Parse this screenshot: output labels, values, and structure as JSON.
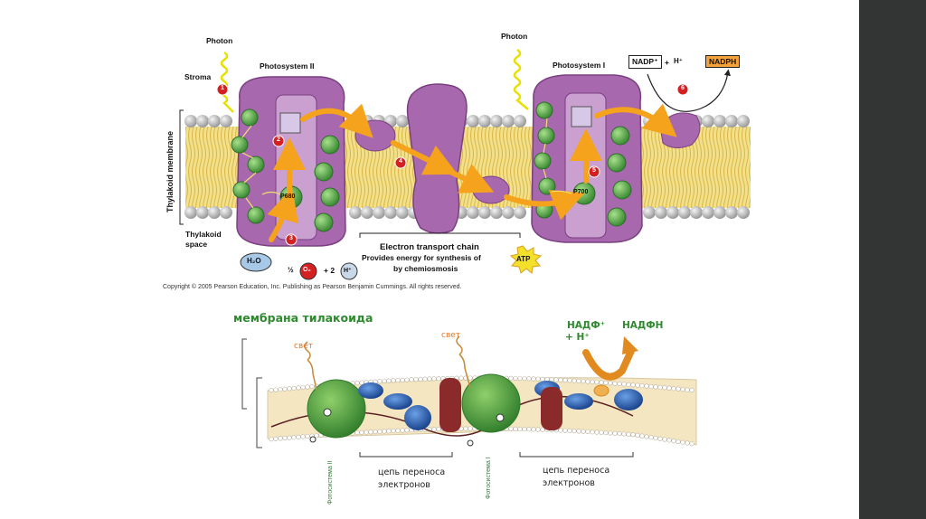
{
  "top_diagram": {
    "photon_left": "Photon",
    "photon_right": "Photon",
    "stroma": "Stroma",
    "photosystem_ii": "Photosystem II",
    "photosystem_i": "Photosystem I",
    "thylakoid_membrane": "Thylakoid membrane",
    "thylakoid_space_1": "Thylakoid",
    "thylakoid_space_2": "space",
    "p680": "P680",
    "p700": "P700",
    "h2o": "H₂O",
    "o2": "O₂",
    "h_plus": "H⁺",
    "half": "½",
    "plus_two": "+ 2",
    "etc_1": "Electron transport chain",
    "etc_2": "Provides energy for synthesis of",
    "etc_3": "by chemiosmosis",
    "atp": "ATP",
    "nadp": "NADP⁺",
    "nadp_plus": "+",
    "nadph": "NADPH",
    "steps": [
      "1",
      "2",
      "3",
      "4",
      "5",
      "6"
    ],
    "copyright": "Copyright © 2005 Pearson Education, Inc. Publishing as Pearson Benjamin Cummings. All rights reserved."
  },
  "bottom_diagram": {
    "title": "мембрана тилакоида",
    "light_1": "свет",
    "light_2": "свет",
    "nadf": "НАДФ⁺",
    "h_plus": "+ Н⁺",
    "nadfh": "НАДФН",
    "chain_1_line1": "цепь переноса",
    "chain_1_line2": "электронов",
    "chain_2_line1": "цепь переноса",
    "chain_2_line2": "электронов",
    "ps2_vertical": "Фотосистема II",
    "ps1_vertical": "Фотосистема I"
  },
  "colors": {
    "membrane_yellow": "#f0dc78",
    "protein_purple": "#a060a8",
    "chlorophyll_green": "#5aa84a",
    "arrow_orange": "#f5a21c",
    "marker_red": "#d42020",
    "bottom_green": "#3c9a3c",
    "bottom_blue": "#1f4e9a",
    "bottom_maroon": "#8a2a2a",
    "side_bar": "#333535"
  }
}
